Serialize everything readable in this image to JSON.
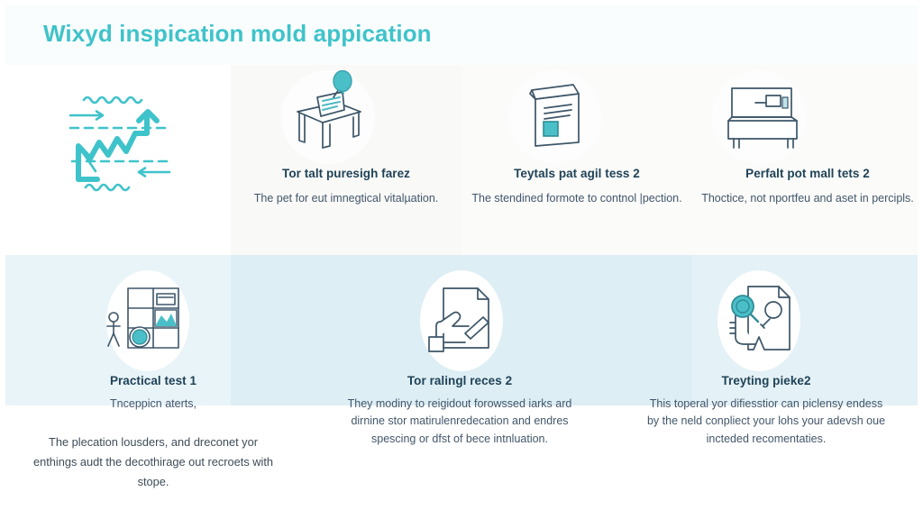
{
  "header": {
    "title": "Wixyd inspication mold appication",
    "title_color": "#3fc3ca"
  },
  "theme": {
    "accent": "#3fc3ca",
    "icon_stroke": "#3d5668",
    "heading": "#1f4257",
    "body_text": "#3d4c58",
    "band_top_bg": "#fbfbfa",
    "band_bottom_tint": "#ddeef4"
  },
  "hero": {
    "icon": "zigzag-growth-arrow-illustration",
    "alt": "teal zigzag arrow with wavy and dashed guide lines"
  },
  "rows": [
    {
      "id": "top-row",
      "cards": [
        {
          "icon": "desk-with-balloon-icon",
          "title": "Tor talt puresigh farez",
          "subtitle": "The pet for eut imnegtical vitalµation.",
          "body": ""
        },
        {
          "icon": "mailbox-document-box-icon",
          "title": "Teytals pat agil tess 2",
          "subtitle": "The stendined formote to contnol |pection.",
          "body": ""
        },
        {
          "icon": "bed-with-nightstand-icon",
          "title": "Perfalt pot mall tets 2",
          "subtitle": "Thoctice, not nportfeu and aset in percipls.",
          "body": ""
        }
      ]
    },
    {
      "id": "bottom-row",
      "cards": [
        {
          "icon": "shelf-grid-with-person-icon",
          "title": "Practical test 1",
          "subtitle": "Tnceppicn aterts,",
          "body": "The plecation lousders, and dreconet yor enthings audt the decothirage out recroets with stope."
        },
        {
          "icon": "document-with-hand-pen-icon",
          "title": "Tor ralingl reces 2",
          "subtitle": "They modiny to reigidout forowssed iarks ard dirnine stor matirulenredecation and endres spescing or dfst of bece intnluation.",
          "body": ""
        },
        {
          "icon": "document-magnifier-hand-icon",
          "title": "Treyting pieke2",
          "subtitle": "This toperal yor difiesstior can piclensy endess by the neld conpliect your lohs your adevsh oue incteded recomentaties.",
          "body": ""
        }
      ]
    }
  ]
}
